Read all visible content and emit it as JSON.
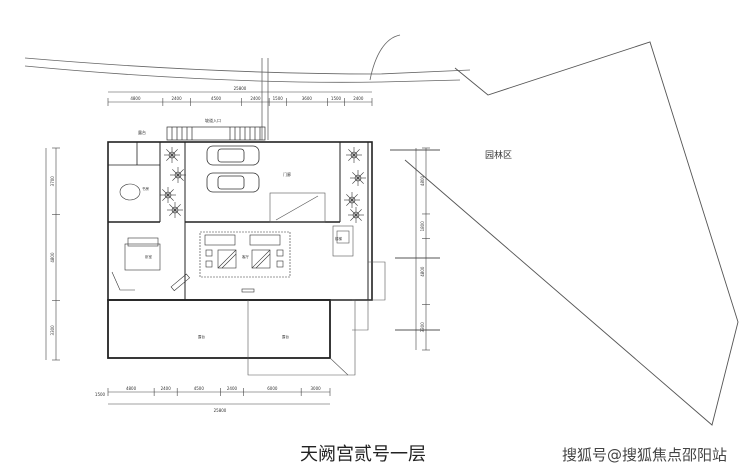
{
  "title": "天阙宫贰号一层",
  "watermark": "搜狐号@搜狐焦点邵阳站",
  "labels": {
    "garden": "园林区",
    "garage": "门廊",
    "terrace_top": "露台",
    "living": "客厅",
    "bedroom": "卧室",
    "study": "书房",
    "terrace_a": "露台",
    "terrace_b": "露台",
    "stair": "楼梯",
    "ramp": "坡道入口"
  },
  "dimensions": {
    "top_total": "25800",
    "top": [
      "4800",
      "2400",
      "4500",
      "2400",
      "1500",
      "3600",
      "1500",
      "2400"
    ],
    "bottom_total": "25800",
    "bottom": [
      "4800",
      "2400",
      "4500",
      "2400",
      "6000",
      "3000"
    ],
    "bottom_offset": "1500",
    "left": [
      "3700",
      "4800",
      "3300"
    ],
    "right": [
      "4800",
      "1800",
      "4800",
      "3300"
    ]
  },
  "colors": {
    "line": "#555555",
    "wall": "#222222"
  }
}
